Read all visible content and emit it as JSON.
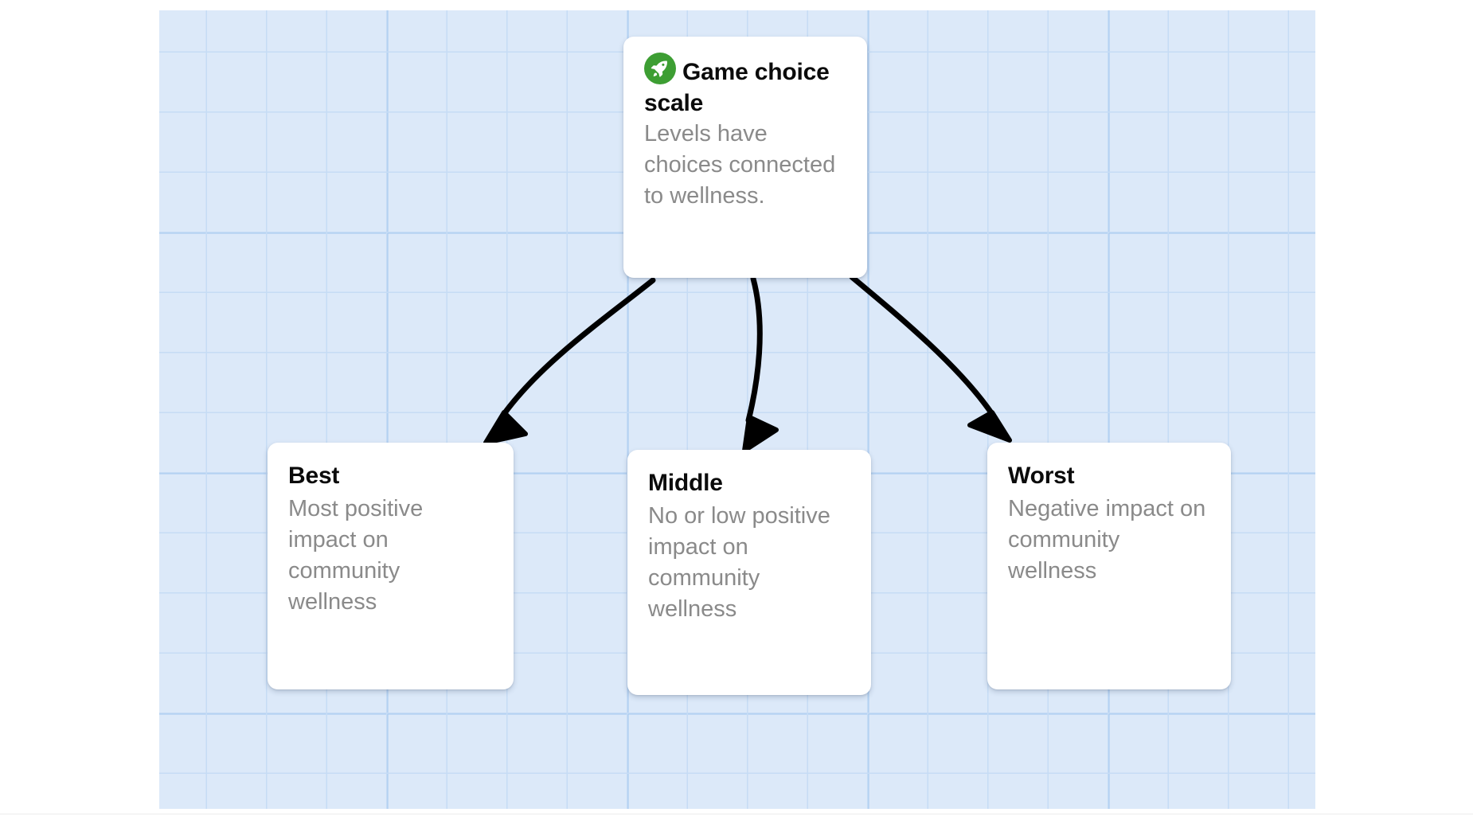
{
  "canvas": {
    "background_color": "#dce9f9",
    "grid_minor_color": "#c6dcf5",
    "grid_major_color": "#a3c7ef"
  },
  "diagram": {
    "type": "tree",
    "root": {
      "icon": "rocket-icon",
      "icon_color": "#3d9e33",
      "title": "Game choice scale",
      "description": "Levels have choices connected to wellness."
    },
    "children": [
      {
        "id": "best",
        "title": "Best",
        "description": "Most positive impact on community wellness"
      },
      {
        "id": "middle",
        "title": "Middle",
        "description": "No or low positive impact on community wellness"
      },
      {
        "id": "worst",
        "title": "Worst",
        "description": "Negative impact on community wellness"
      }
    ],
    "connectors": [
      {
        "from": "root",
        "to": "best",
        "style": "curved-arrow",
        "color": "#000000"
      },
      {
        "from": "root",
        "to": "middle",
        "style": "curved-arrow",
        "color": "#000000"
      },
      {
        "from": "root",
        "to": "worst",
        "style": "curved-arrow",
        "color": "#000000"
      }
    ]
  }
}
